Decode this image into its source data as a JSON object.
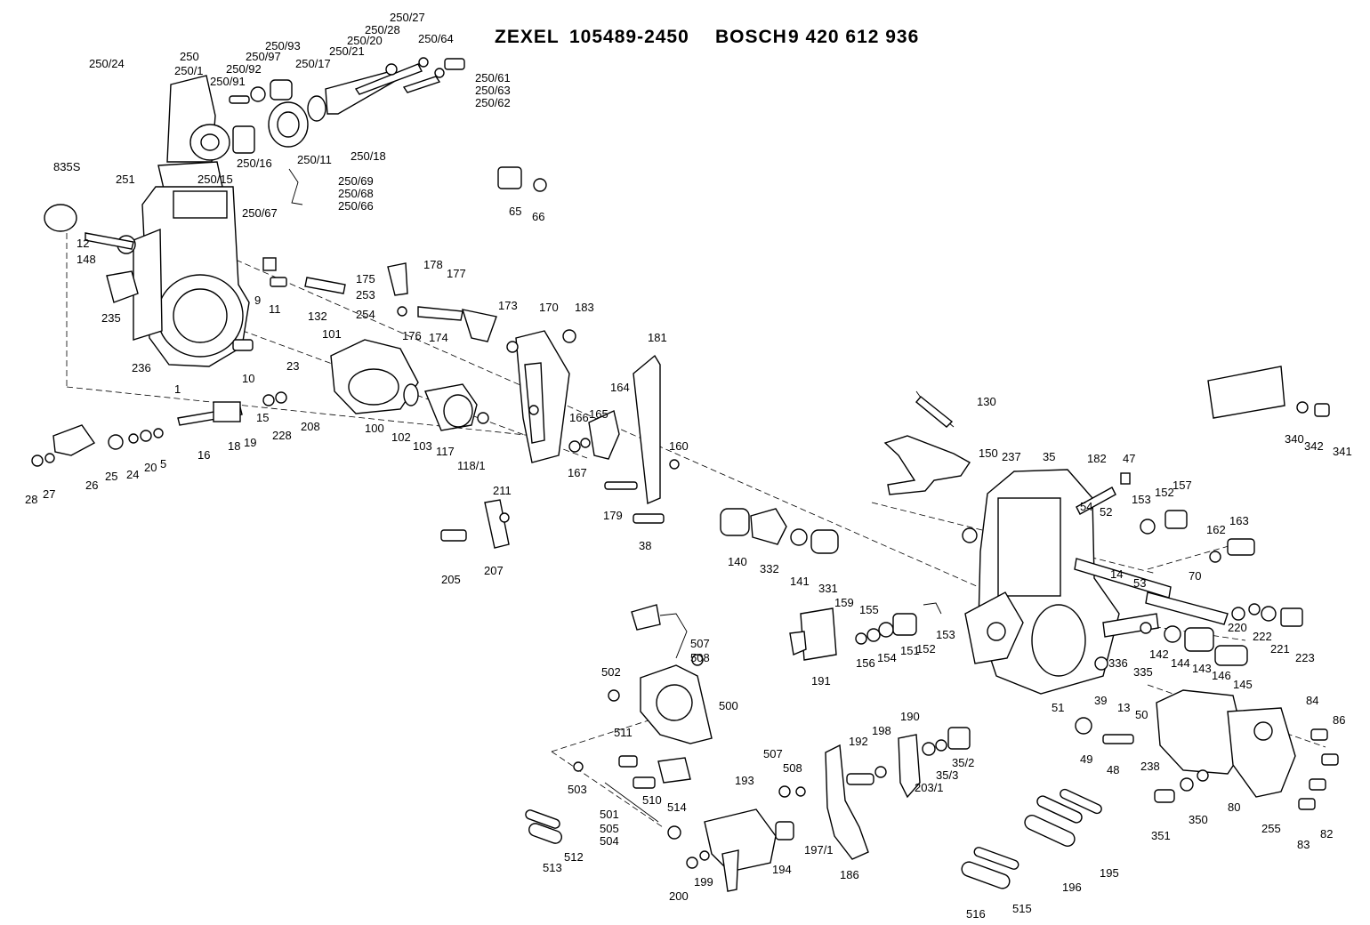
{
  "header": {
    "maker": "ZEXEL",
    "maker_part_no": "105489-2450",
    "brand": "BOSCH",
    "brand_part_no": "9 420 612 936"
  },
  "parts": [
    "250/24",
    "250",
    "250/1",
    "250/91",
    "250/92",
    "250/97",
    "250/93",
    "250/17",
    "250/21",
    "250/20",
    "250/28",
    "250/27",
    "250/64",
    "250/61",
    "250/63",
    "250/62",
    "250/18",
    "250/11",
    "250/16",
    "250/15",
    "250/69",
    "250/68",
    "250/67",
    "250/66",
    "251",
    "835S",
    "12",
    "148",
    "235",
    "236",
    "1",
    "9",
    "11",
    "175",
    "178",
    "177",
    "253",
    "254",
    "132",
    "176",
    "174",
    "173",
    "101",
    "10",
    "23",
    "208",
    "228",
    "15",
    "19",
    "18",
    "16",
    "100",
    "102",
    "103",
    "117",
    "118/1",
    "26",
    "25",
    "24",
    "20",
    "5",
    "28",
    "27",
    "65",
    "66",
    "170",
    "183",
    "181",
    "164",
    "166",
    "165",
    "167",
    "160",
    "179",
    "38",
    "211",
    "205",
    "207",
    "130",
    "150",
    "237",
    "35",
    "182",
    "47",
    "54",
    "52",
    "153",
    "152",
    "157",
    "162",
    "163",
    "340",
    "342",
    "341",
    "140",
    "332",
    "141",
    "331",
    "159",
    "155",
    "156",
    "154",
    "151",
    "152",
    "153",
    "191",
    "14",
    "53",
    "70",
    "220",
    "222",
    "221",
    "223",
    "142",
    "144",
    "143",
    "146",
    "145",
    "336",
    "335",
    "39",
    "13",
    "50",
    "51",
    "49",
    "48",
    "84",
    "86",
    "238",
    "80",
    "255",
    "82",
    "83",
    "351",
    "350",
    "507",
    "508",
    "502",
    "500",
    "511",
    "503",
    "510",
    "514",
    "501",
    "505",
    "504",
    "513",
    "512",
    "507",
    "508",
    "193",
    "192",
    "198",
    "190",
    "35/3",
    "35/2",
    "203/1",
    "197/1",
    "186",
    "194",
    "199",
    "200",
    "196",
    "195",
    "516",
    "515"
  ]
}
